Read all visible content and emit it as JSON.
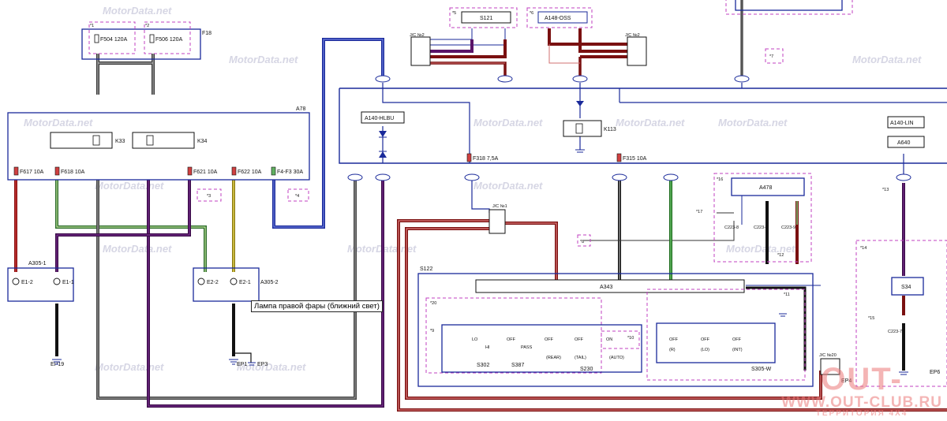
{
  "tooltip": "Лампа правой фары (ближний свет)",
  "watermark": "MotorData.net",
  "logo": {
    "line1": "OUT-",
    "line2": "WWW.OUT-CLUB.RU",
    "line3": "ТЕРРИТОРИЯ 4X4"
  },
  "blocks": {
    "f18": "F18",
    "f504": "F504 120A",
    "f506": "F506 120A",
    "a78": "A78",
    "k33": "K33",
    "k34": "K34",
    "f617": "F617 10A",
    "f618": "F618 10A",
    "f621": "F621 10A",
    "f622": "F622 10A",
    "f4f3": "F4-F3 30A",
    "a305_1": "A305-1",
    "a305_2": "A305-2",
    "e1_2": "E1-2",
    "e1_1": "E1-1",
    "e2_2": "E2-2",
    "e2_1": "E2-1",
    "ep19": "EP19",
    "ep1": "EP1",
    "ep3": "EP3",
    "s121": "S121",
    "a148_oss": "A148-OSS",
    "jc_nr2a": "J/C №2",
    "jc_nr2b": "J/C №2",
    "jc_nr1": "J/C №1",
    "a140_hlbu": "A140-HLBU",
    "k113": "K113",
    "f318": "F318 7,5A",
    "f315": "F315 10A",
    "a140_lin": "A140-LIN",
    "a640": "A640",
    "a478": "A478",
    "s122": "S122",
    "a343": "A343",
    "s302": "S302",
    "s387": "S387",
    "s230": "S230",
    "s305w": "S305-W",
    "s34": "S34",
    "ep4": "EP4",
    "ep6": "EP6",
    "jc_nr20": "J/C №20",
    "c2238": "C223-8",
    "c2239": "C223-9",
    "c2237": "C223-7"
  },
  "switch_labels": {
    "lo": "LO",
    "hi": "HI",
    "off1": "OFF",
    "pass": "PASS",
    "off2": "OFF",
    "rear": "(REAR)",
    "off3": "OFF",
    "tail": "(TAIL)",
    "on1": "ON",
    "auto": "(AUTO)",
    "off_r": "OFF",
    "off_lo": "OFF",
    "off_int": "OFF",
    "r": "(R)",
    "lo2": "(LO)",
    "int": "(INT)"
  },
  "markers": [
    "*1",
    "*2",
    "*3",
    "*4",
    "*5",
    "*6",
    "*7",
    "*8",
    "*9",
    "*10",
    "*11",
    "*12",
    "*13",
    "*14",
    "*15",
    "*16",
    "*17",
    "*20"
  ],
  "colors": {
    "blue": "#1a2a9a",
    "red": "#a01818",
    "dark_red": "#7a1010",
    "purple": "#5a1468",
    "green": "#2aa02a",
    "yellow": "#d8c020",
    "black": "#111111",
    "grey": "#8a8a8a",
    "light_red": "#d07070",
    "magenta": "#c040c0",
    "light_green": "#a0d080"
  }
}
